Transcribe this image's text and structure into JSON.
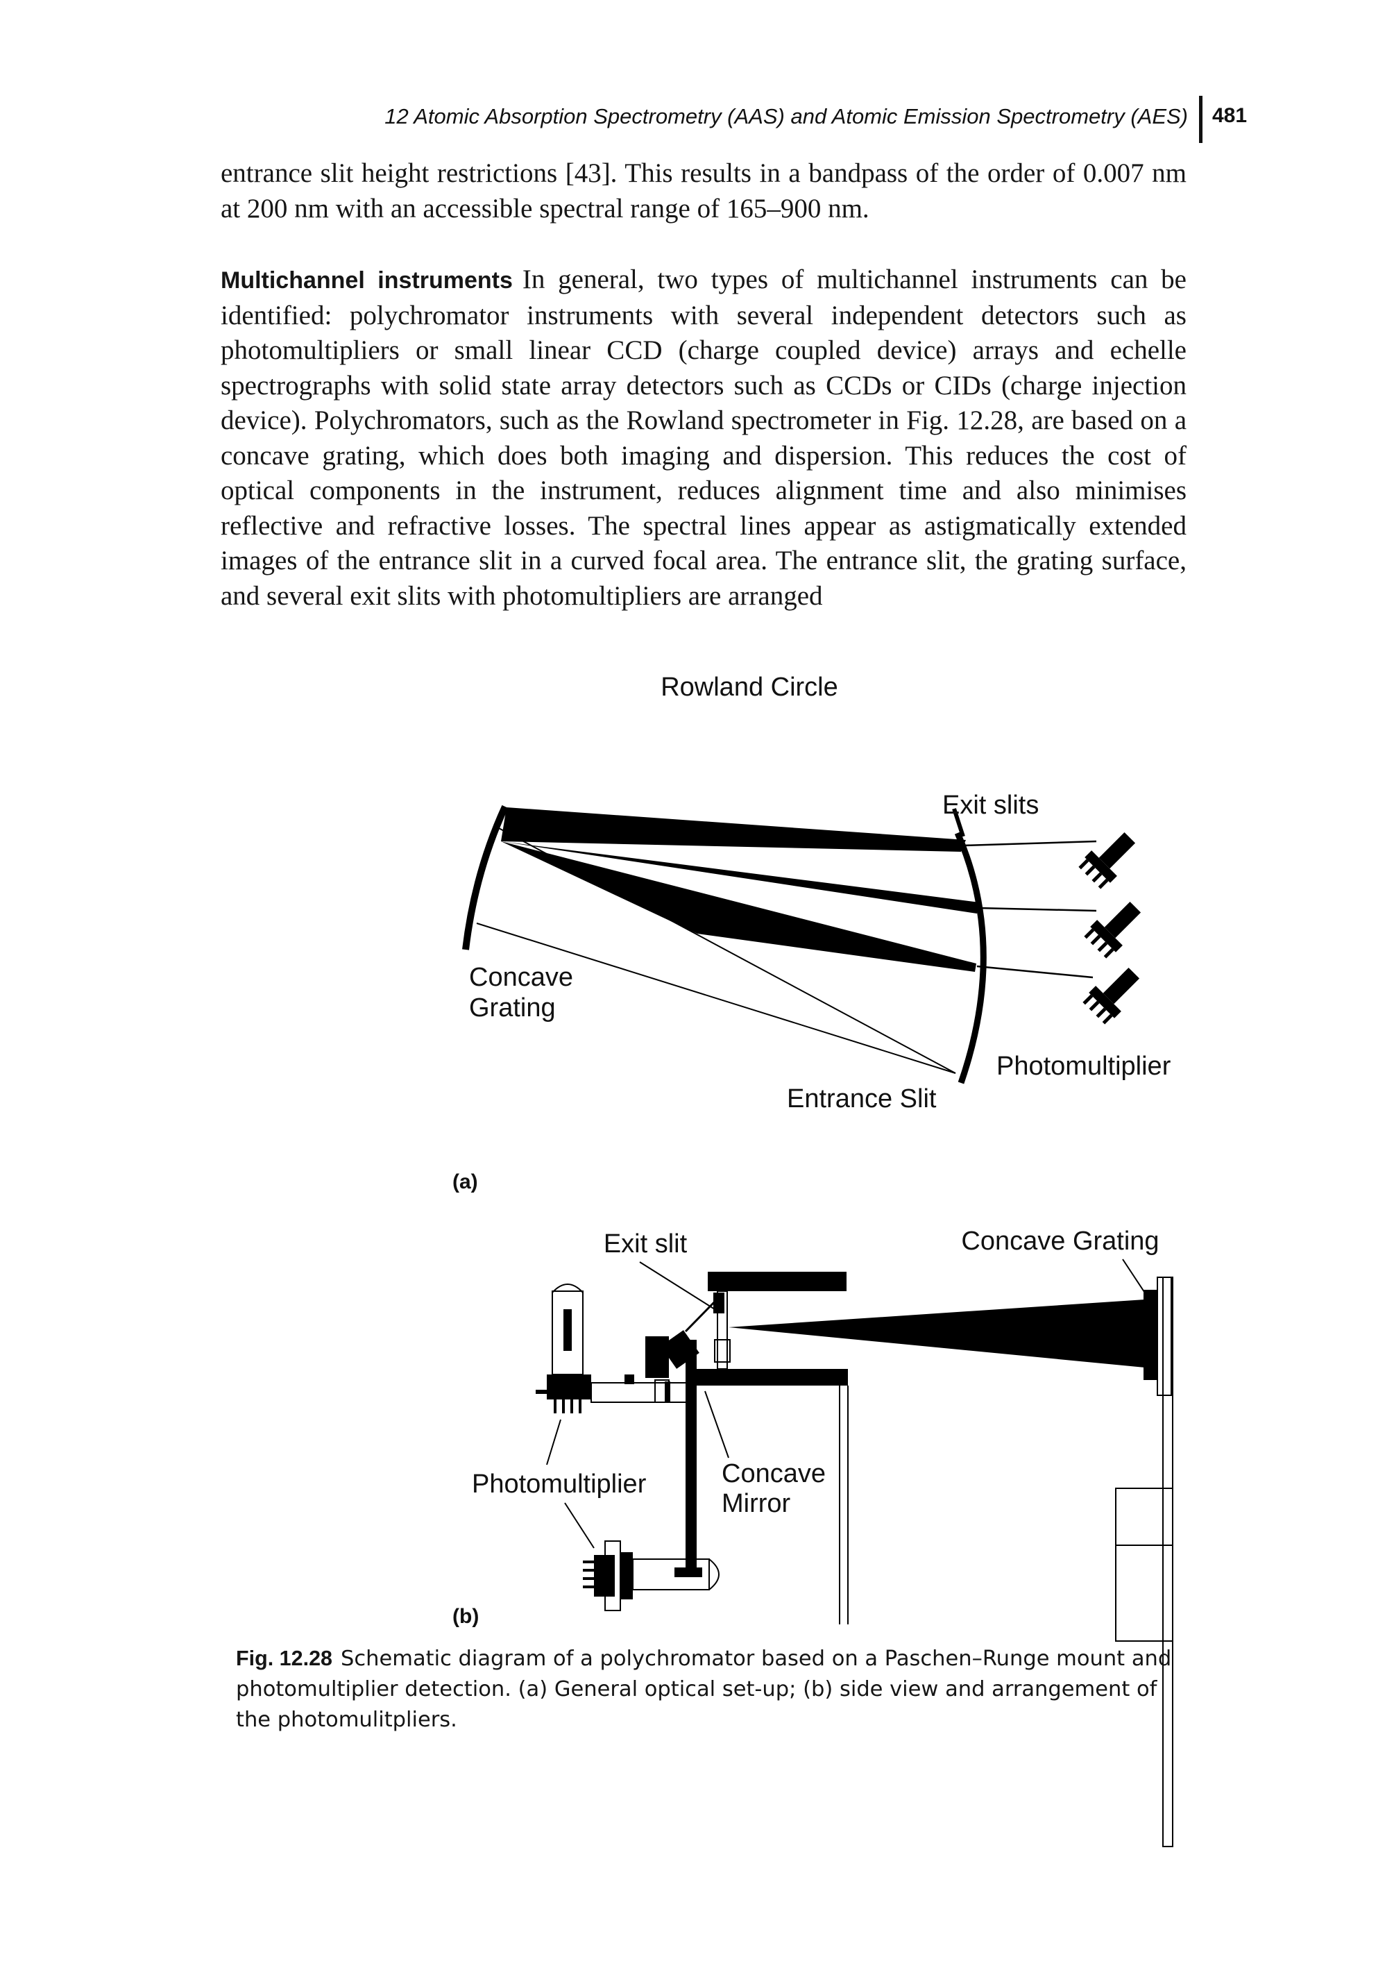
{
  "header": {
    "running_title": "12 Atomic Absorption Spectrometry (AAS) and Atomic Emission Spectrometry (AES)",
    "page_number": "481"
  },
  "paragraphs": [
    {
      "text": "entrance slit height restrictions [43]. This results in a bandpass of the order of 0.007 nm at 200 nm with an accessible spectral range of 165–900 nm."
    },
    {
      "run_in_heading": "Multichannel instruments",
      "text": "In general, two types of multichannel instruments can be identified: polychromator instruments with several independent detectors such as photomultipliers or small linear CCD (charge coupled device) arrays and echelle spectrographs with solid state array detectors such as CCDs or CIDs (charge injection device). Polychromators, such as the Rowland spectrometer in Fig. 12.28, are based on a concave grating, which does both imaging and dispersion. This reduces the cost of optical components in the instrument, reduces alignment time and also minimises reflective and refractive losses. The spectral lines appear as astigmatically extended images of the entrance slit in a curved focal area. The entrance slit, the grating surface, and several exit slits with photomultipliers are arranged"
    }
  ],
  "figure": {
    "panel_a": {
      "tag": "(a)",
      "labels": {
        "rowland_circle": "Rowland Circle",
        "exit_slits": "Exit slits",
        "concave_grating_line1": "Concave",
        "concave_grating_line2": "Grating",
        "entrance_slit": "Entrance Slit",
        "photomultiplier": "Photomultiplier"
      }
    },
    "panel_b": {
      "tag": "(b)",
      "labels": {
        "exit_slit": "Exit slit",
        "concave_grating": "Concave Grating",
        "concave_mirror_line1": "Concave",
        "concave_mirror_line2": "Mirror",
        "photomultiplier": "Photomultiplier"
      }
    },
    "caption": {
      "number": "Fig. 12.28",
      "text": "Schematic diagram of a polychromator based on a Paschen–Runge mount and photomultiplier detection. (a) General optical set-up; (b) side view and arrangement of the photomulitpliers."
    }
  }
}
